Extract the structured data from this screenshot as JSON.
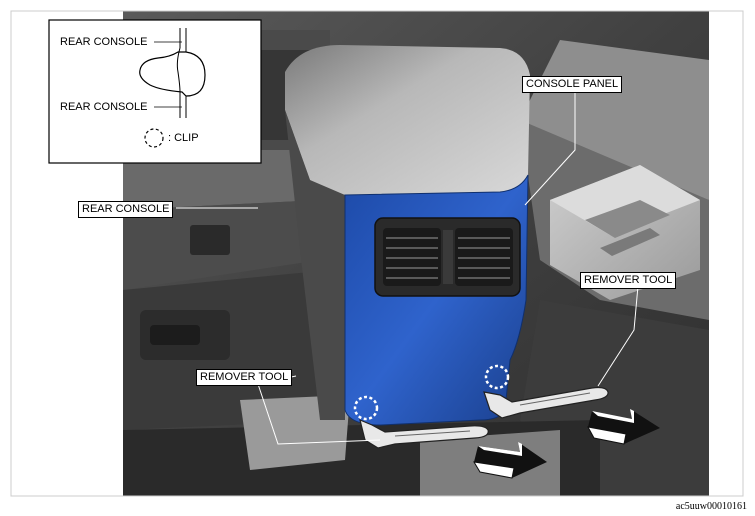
{
  "labels": {
    "inset_rear_console_top": "REAR CONSOLE",
    "inset_rear_console_bottom": "REAR CONSOLE",
    "inset_clip_legend": ": CLIP",
    "console_panel": "CONSOLE PANEL",
    "rear_console": "REAR CONSOLE",
    "remover_tool_right": "REMOVER TOOL",
    "remover_tool_left": "REMOVER TOOL"
  },
  "figure_code": "ac5uuw00010161",
  "colors": {
    "panel_blue": "#2a5cc0",
    "panel_blue_dark": "#1a3f8c",
    "console_gray": "#9c9c9c",
    "background_dark": "#3a3a3a"
  }
}
